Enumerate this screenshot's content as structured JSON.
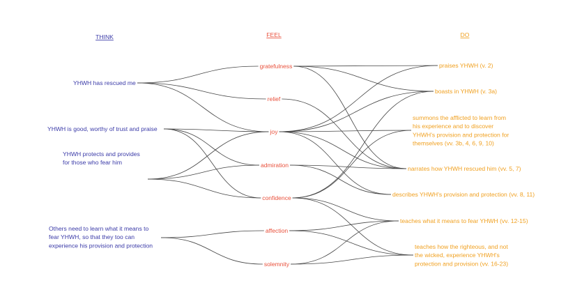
{
  "headers": {
    "think": "THINK",
    "feel": "FEEL",
    "do": "DO"
  },
  "colors": {
    "think": "#3b3ba8",
    "feel": "#e9513c",
    "do": "#f0a020",
    "edge": "#444444"
  },
  "think": [
    {
      "id": "rescued",
      "lines": [
        "YHWH has rescued me"
      ]
    },
    {
      "id": "good",
      "lines": [
        "YHWH is good, worthy of trust and praise"
      ]
    },
    {
      "id": "protects",
      "lines": [
        "YHWH protects and provides",
        "for those who fear him"
      ]
    },
    {
      "id": "others",
      "lines": [
        "Others need to learn what it means to",
        "fear YHWH, so that they too can",
        "experience his provision and protection"
      ]
    }
  ],
  "feel": [
    {
      "id": "gratefulness",
      "label": "gratefulness"
    },
    {
      "id": "relief",
      "label": "relief"
    },
    {
      "id": "joy",
      "label": "joy"
    },
    {
      "id": "admiration",
      "label": "admiration"
    },
    {
      "id": "confidence",
      "label": "confidence"
    },
    {
      "id": "affection",
      "label": "affection"
    },
    {
      "id": "solemnity",
      "label": "solemnity"
    }
  ],
  "do": [
    {
      "id": "praises",
      "lines": [
        "praises YHWH (v. 2)"
      ]
    },
    {
      "id": "boasts",
      "lines": [
        "boasts in YHWH (v. 3a)"
      ]
    },
    {
      "id": "summons",
      "lines": [
        "summons the afflicted to learn from",
        "his experience and to discover",
        "YHWH's provision and protection for",
        "themselves (vv. 3b, 4, 6, 9, 10)"
      ]
    },
    {
      "id": "narrates",
      "lines": [
        "narrates how YHWH rescued him (vv. 5, 7)"
      ]
    },
    {
      "id": "describes",
      "lines": [
        "describes YHWH's provision and protection (vv. 8, 11)"
      ]
    },
    {
      "id": "teachfear",
      "lines": [
        "teaches what it means to fear YHWH (vv. 12-15)"
      ]
    },
    {
      "id": "teachrighteous",
      "lines": [
        "teaches how the righteous, and not",
        "the wicked, experience YHWH's",
        "protection and provision (vv. 16-23)"
      ]
    }
  ],
  "edges_think_feel": [
    [
      "rescued",
      "gratefulness"
    ],
    [
      "rescued",
      "relief"
    ],
    [
      "rescued",
      "joy"
    ],
    [
      "good",
      "joy"
    ],
    [
      "good",
      "admiration"
    ],
    [
      "good",
      "confidence"
    ],
    [
      "protects",
      "joy"
    ],
    [
      "protects",
      "admiration"
    ],
    [
      "protects",
      "confidence"
    ],
    [
      "others",
      "affection"
    ],
    [
      "others",
      "solemnity"
    ]
  ],
  "edges_feel_do": [
    [
      "gratefulness",
      "praises"
    ],
    [
      "gratefulness",
      "boasts"
    ],
    [
      "gratefulness",
      "narrates"
    ],
    [
      "relief",
      "narrates"
    ],
    [
      "joy",
      "praises"
    ],
    [
      "joy",
      "boasts"
    ],
    [
      "joy",
      "summons"
    ],
    [
      "joy",
      "narrates"
    ],
    [
      "joy",
      "describes"
    ],
    [
      "admiration",
      "narrates"
    ],
    [
      "admiration",
      "describes"
    ],
    [
      "confidence",
      "boasts"
    ],
    [
      "confidence",
      "summons"
    ],
    [
      "confidence",
      "teachfear"
    ],
    [
      "confidence",
      "teachrighteous"
    ],
    [
      "affection",
      "teachfear"
    ],
    [
      "affection",
      "teachrighteous"
    ],
    [
      "solemnity",
      "teachfear"
    ],
    [
      "solemnity",
      "teachrighteous"
    ]
  ]
}
